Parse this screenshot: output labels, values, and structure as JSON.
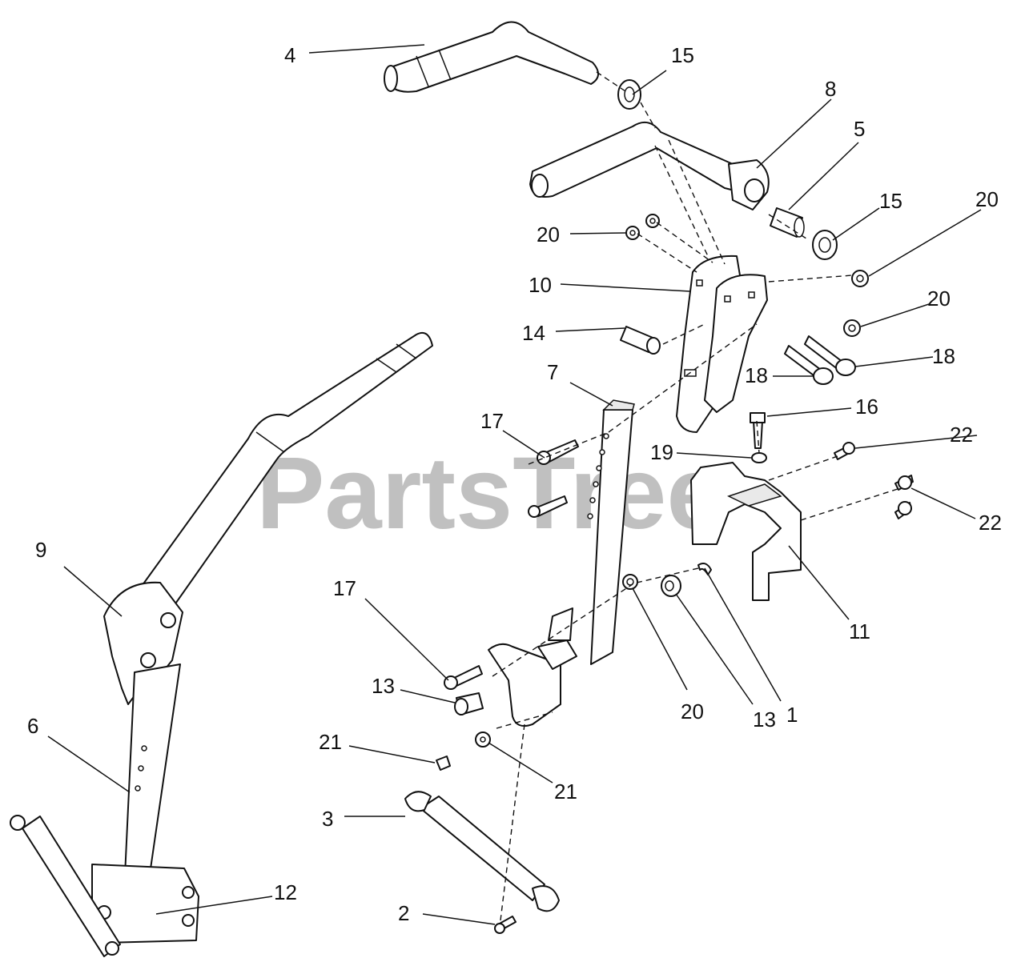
{
  "watermark": "PartsTree",
  "callouts": {
    "c4": "4",
    "c15a": "15",
    "c8": "8",
    "c5": "5",
    "c15b": "15",
    "c20a": "20",
    "c20b": "20",
    "c10": "10",
    "c14": "14",
    "c20c": "20",
    "c18a": "18",
    "c18b": "18",
    "c7": "7",
    "c17a": "17",
    "c16": "16",
    "c19": "19",
    "c22a": "22",
    "c22b": "22",
    "c9": "9",
    "c17b": "17",
    "c11": "11",
    "c13a": "13",
    "c20d": "20",
    "c13b": "13",
    "c1": "1",
    "c6": "6",
    "c21a": "21",
    "c21b": "21",
    "c3": "3",
    "c12": "12",
    "c2": "2"
  }
}
